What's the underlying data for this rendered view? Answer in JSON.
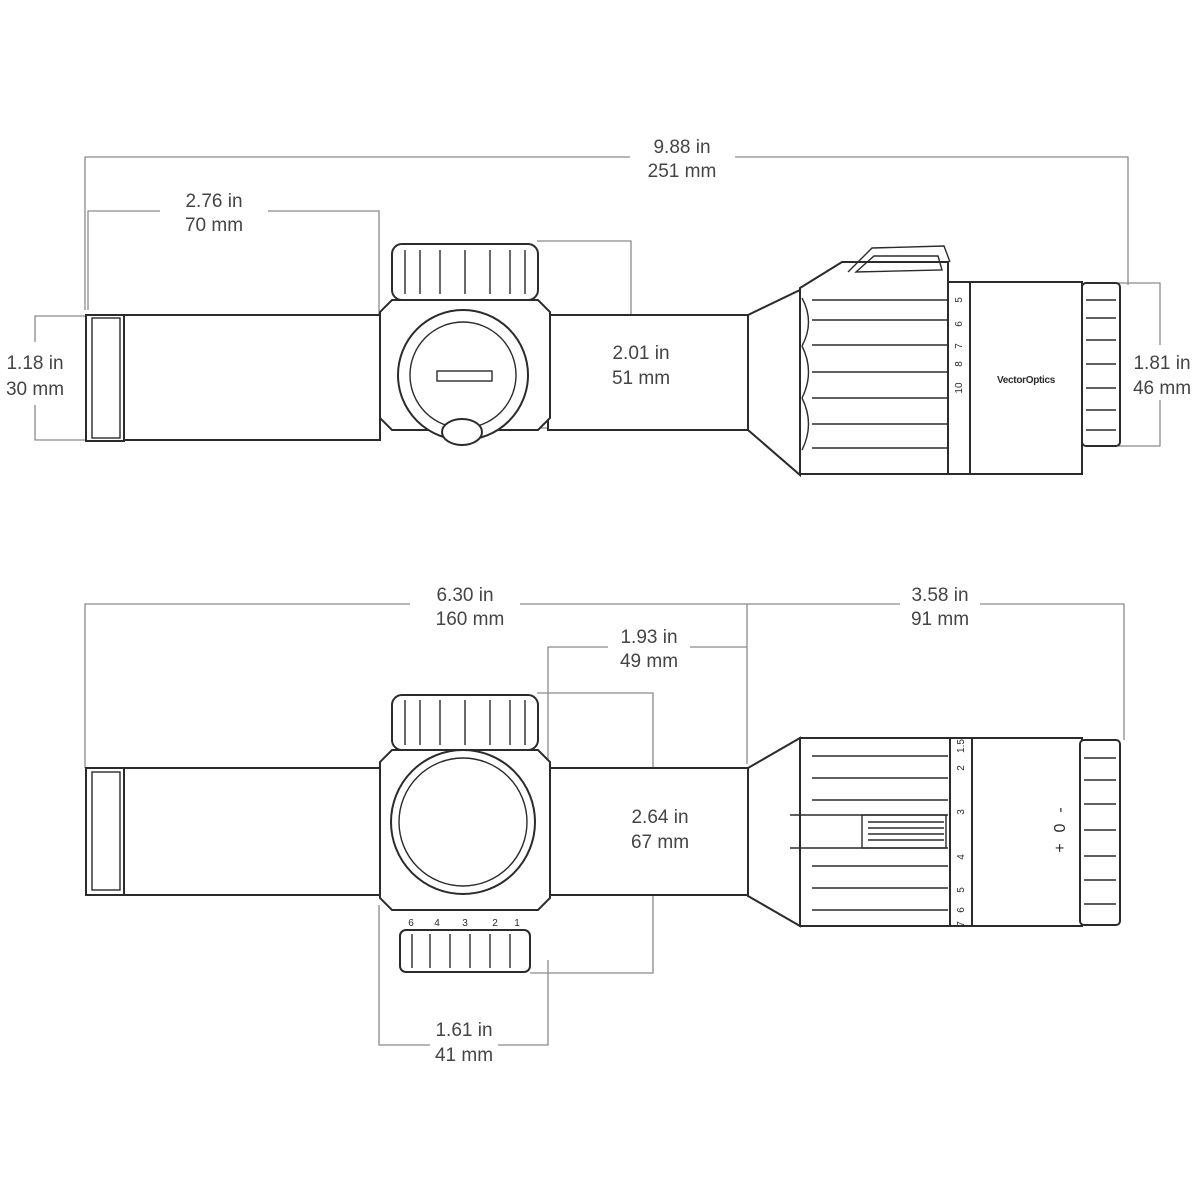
{
  "brand": "VectorOptics",
  "top_view": {
    "overall_length": {
      "in": "9.88 in",
      "mm": "251 mm"
    },
    "eyepiece_length": {
      "in": "2.76 in",
      "mm": "70 mm"
    },
    "tube_diameter": {
      "in": "1.18 in",
      "mm": "30 mm"
    },
    "turret_height": {
      "in": "2.01 in",
      "mm": "51 mm"
    },
    "objective_diameter": {
      "in": "1.81 in",
      "mm": "46 mm"
    },
    "magnification_scale": [
      "10",
      "8",
      "7",
      "6",
      "5"
    ]
  },
  "side_view": {
    "length_to_saddle": {
      "in": "6.30 in",
      "mm": "160  mm"
    },
    "objective_length": {
      "in": "3.58 in",
      "mm": "91 mm"
    },
    "saddle_offset": {
      "in": "1.93 in",
      "mm": "49 mm"
    },
    "turret_width": {
      "in": "2.64 in",
      "mm": "67 mm"
    },
    "saddle_length": {
      "in": "1.61 in",
      "mm": "41 mm"
    },
    "magnification_scale": [
      "1.5",
      "2",
      "3",
      "4",
      "5",
      "6",
      "7"
    ],
    "turret_scale": [
      "6",
      "4",
      "3",
      "2",
      "1"
    ],
    "focus_marks": [
      "+",
      "0",
      "-"
    ]
  }
}
